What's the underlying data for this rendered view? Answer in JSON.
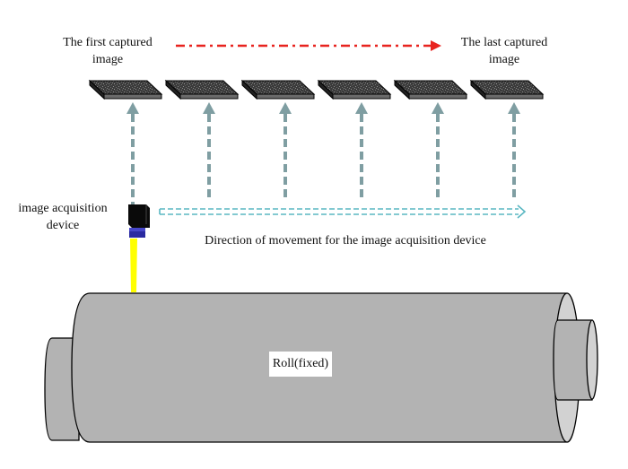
{
  "labels": {
    "first_image": "The first captured\nimage",
    "first_image_line1": "The first captured",
    "first_image_line2": "image",
    "last_image_line1": "The last captured",
    "last_image_line2": "image",
    "device_line1": "image acquisition",
    "device_line2": "device",
    "direction": "Direction of movement for the image acquisition device",
    "roll": "Roll(fixed)"
  },
  "captured_images": {
    "count": 6
  },
  "colors": {
    "sequence_arrow": "#e8231f",
    "capture_arrows": "#7f9ea2",
    "movement_arrow": "#5ab7c2",
    "plate": "#3a3a3a",
    "camera_body": "#0a0a0a",
    "camera_lens": "#2a2aa0",
    "light_beam": "#ffff00",
    "roll_body": "#b3b3b3",
    "roll_end": "#d9d9d9"
  }
}
